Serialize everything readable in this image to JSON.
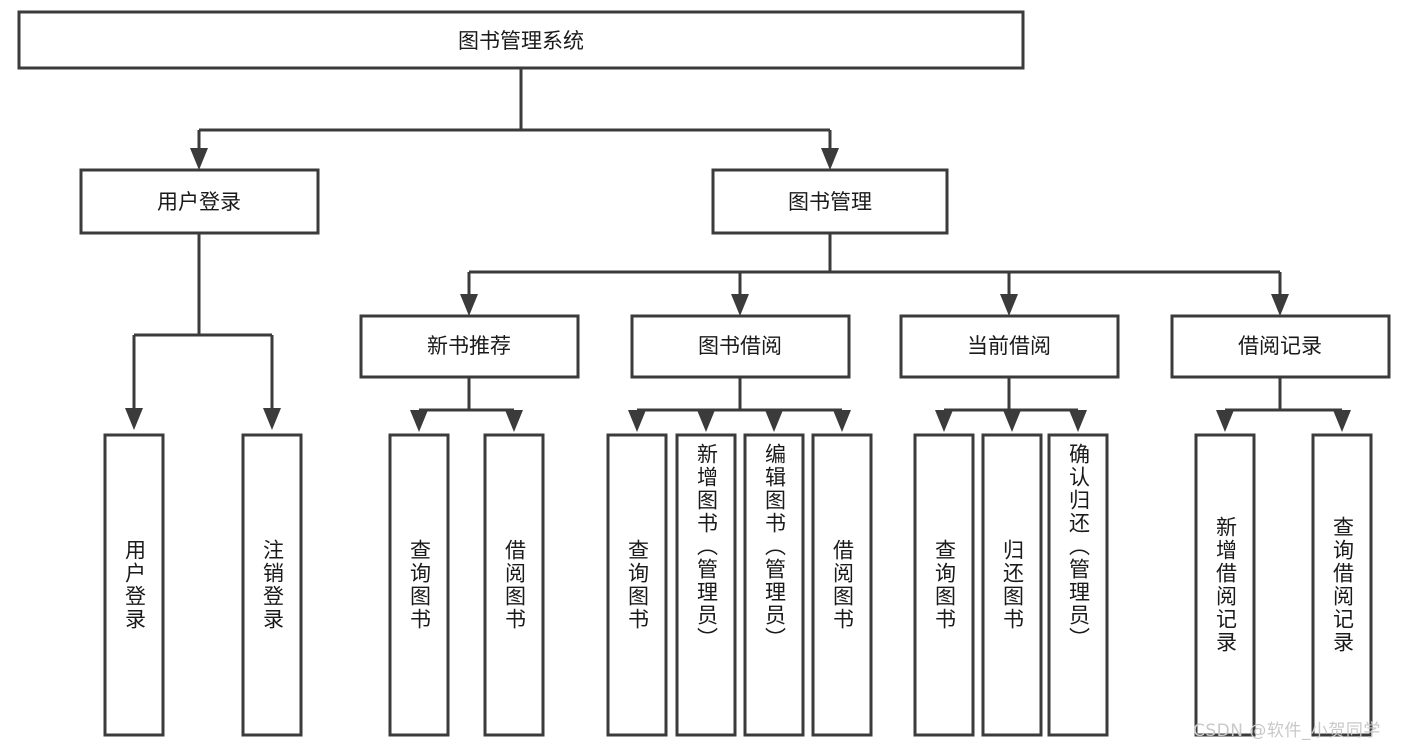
{
  "diagram": {
    "type": "tree-hierarchy",
    "title": "图书管理系统",
    "root": {
      "id": "root",
      "label": "图书管理系统",
      "orientation": "horizontal"
    },
    "level2": [
      {
        "id": "user-login",
        "label": "用户登录",
        "orientation": "horizontal"
      },
      {
        "id": "book-management",
        "label": "图书管理",
        "orientation": "horizontal"
      }
    ],
    "level3": [
      {
        "id": "new-book-recommend",
        "label": "新书推荐",
        "orientation": "horizontal",
        "parent": "book-management"
      },
      {
        "id": "book-borrow",
        "label": "图书借阅",
        "orientation": "horizontal",
        "parent": "book-management"
      },
      {
        "id": "current-borrow",
        "label": "当前借阅",
        "orientation": "horizontal",
        "parent": "book-management"
      },
      {
        "id": "borrow-record",
        "label": "借阅记录",
        "orientation": "horizontal",
        "parent": "book-management"
      }
    ],
    "leaves": [
      {
        "id": "leaf-user-login",
        "label": "用户登录",
        "parent": "user-login"
      },
      {
        "id": "leaf-logout-login",
        "label": "注销登录",
        "parent": "user-login"
      },
      {
        "id": "leaf-query-book-1",
        "label": "查询图书",
        "parent": "new-book-recommend"
      },
      {
        "id": "leaf-borrow-book-1",
        "label": "借阅图书",
        "parent": "new-book-recommend"
      },
      {
        "id": "leaf-query-book-2",
        "label": "查询图书",
        "parent": "book-borrow"
      },
      {
        "id": "leaf-add-book",
        "label": "新增图书（管理员）",
        "parent": "book-borrow"
      },
      {
        "id": "leaf-edit-book",
        "label": "编辑图书（管理员）",
        "parent": "book-borrow"
      },
      {
        "id": "leaf-borrow-book-2",
        "label": "借阅图书",
        "parent": "book-borrow"
      },
      {
        "id": "leaf-query-book-3",
        "label": "查询图书",
        "parent": "current-borrow"
      },
      {
        "id": "leaf-return-book",
        "label": "归还图书",
        "parent": "current-borrow"
      },
      {
        "id": "leaf-confirm-return",
        "label": "确认归还（管理员）",
        "parent": "current-borrow"
      },
      {
        "id": "leaf-add-record",
        "label": "新增借阅记录",
        "parent": "borrow-record"
      },
      {
        "id": "leaf-query-record",
        "label": "查询借阅记录",
        "parent": "borrow-record"
      }
    ],
    "colors": {
      "stroke": "#3b3b3b",
      "fill": "#ffffff",
      "text": "#1a1a1a",
      "watermark": "#c9c9c9",
      "background": "#ffffff"
    }
  },
  "watermark": {
    "text": "CSDN @软件_小贺同学"
  }
}
